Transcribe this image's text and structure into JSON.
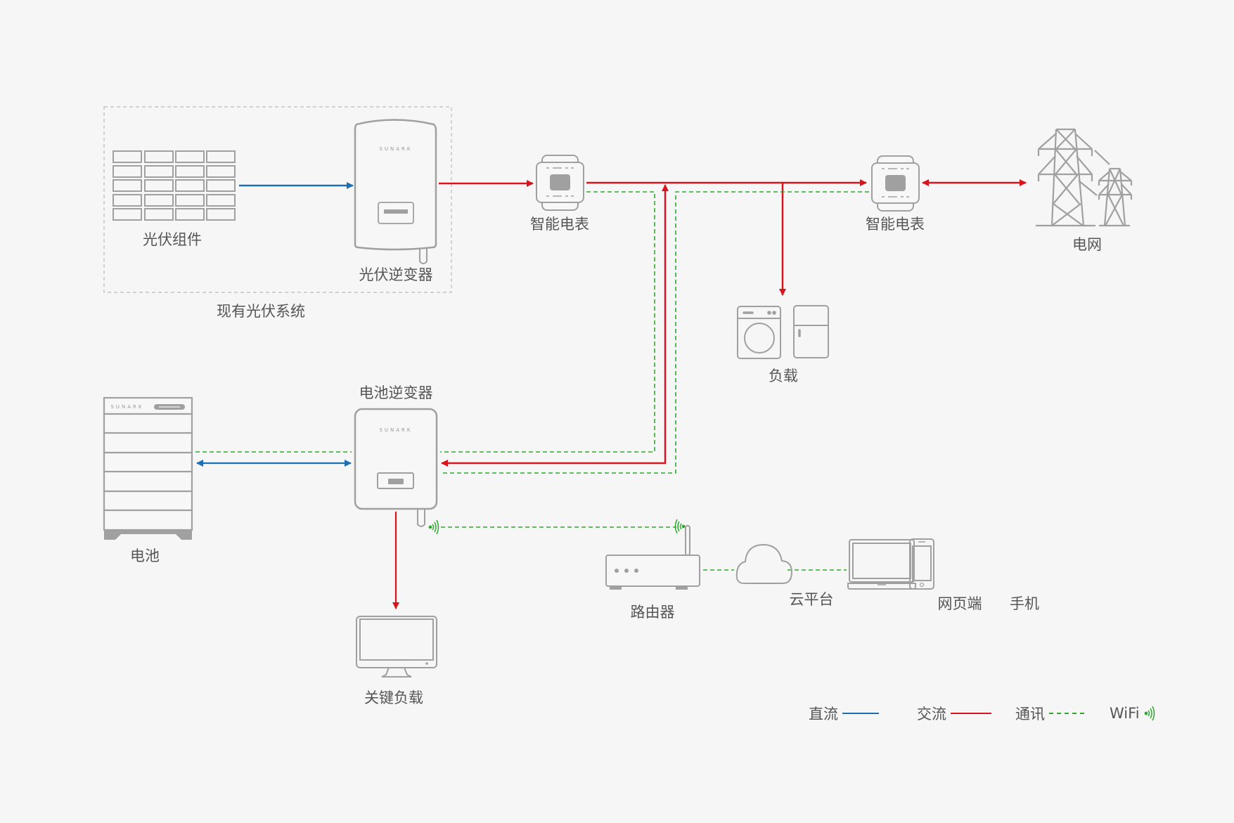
{
  "colors": {
    "background": "#f6f6f6",
    "device_stroke": "#a0a0a0",
    "dc": "#1f6eb0",
    "ac": "#d8141c",
    "comm": "#2ea82e",
    "wifi": "#2ea82e",
    "text": "#555555"
  },
  "nodes": {
    "pv_modules": {
      "label": "光伏组件",
      "icon": "solar-panel-icon"
    },
    "pv_inverter": {
      "label": "光伏逆变器",
      "icon": "inverter-icon",
      "brand": "SUNARK"
    },
    "existing_pv_system": {
      "label": "现有光伏系统"
    },
    "smart_meter_1": {
      "label": "智能电表",
      "icon": "smart-meter-icon"
    },
    "smart_meter_2": {
      "label": "智能电表",
      "icon": "smart-meter-icon"
    },
    "grid": {
      "label": "电网",
      "icon": "power-tower-icon"
    },
    "load": {
      "label": "负载",
      "icons": [
        "washing-machine-icon",
        "refrigerator-icon"
      ]
    },
    "battery": {
      "label": "电池",
      "icon": "battery-stack-icon",
      "brand": "SUNARK"
    },
    "battery_inverter": {
      "label": "电池逆变器",
      "icon": "inverter-icon",
      "brand": "SUNARK"
    },
    "critical_load": {
      "label": "关键负载",
      "icon": "monitor-icon"
    },
    "router": {
      "label": "路由器",
      "icon": "router-icon"
    },
    "cloud": {
      "label": "云平台",
      "icon": "cloud-icon"
    },
    "web": {
      "label": "网页端",
      "icon": "laptop-icon"
    },
    "phone": {
      "label": "手机",
      "icon": "phone-icon"
    }
  },
  "connections": [
    {
      "from": "pv_modules",
      "to": "pv_inverter",
      "type": "dc",
      "direction": "forward"
    },
    {
      "from": "pv_inverter",
      "to": "smart_meter_1",
      "type": "ac",
      "direction": "forward"
    },
    {
      "from": "smart_meter_1",
      "to": "smart_meter_2",
      "type": "ac",
      "direction": "forward"
    },
    {
      "from": "smart_meter_2",
      "to": "grid",
      "type": "ac",
      "direction": "both"
    },
    {
      "from": "ac_bus",
      "to": "load",
      "type": "ac",
      "direction": "forward"
    },
    {
      "from": "ac_bus",
      "to": "battery_inverter",
      "type": "ac",
      "direction": "both"
    },
    {
      "from": "battery",
      "to": "battery_inverter",
      "type": "dc",
      "direction": "both"
    },
    {
      "from": "battery",
      "to": "battery_inverter",
      "type": "comm"
    },
    {
      "from": "smart_meter_1",
      "to": "battery_inverter",
      "type": "comm"
    },
    {
      "from": "smart_meter_2",
      "to": "battery_inverter",
      "type": "comm"
    },
    {
      "from": "battery_inverter",
      "to": "critical_load",
      "type": "ac",
      "direction": "forward"
    },
    {
      "from": "battery_inverter",
      "to": "router",
      "type": "wifi"
    },
    {
      "from": "router",
      "to": "cloud",
      "type": "comm"
    },
    {
      "from": "cloud",
      "to": "web",
      "type": "comm"
    }
  ],
  "legend": {
    "dc": "直流",
    "ac": "交流",
    "comm": "通讯",
    "wifi": "WiFi"
  }
}
